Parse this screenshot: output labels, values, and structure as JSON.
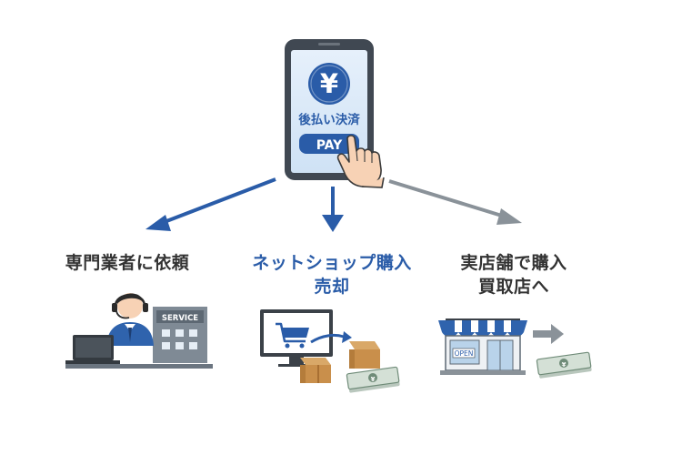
{
  "phone": {
    "symbol": "¥",
    "title": "後払い決済",
    "button": "PAY"
  },
  "branches": [
    {
      "label_lines": [
        "専門業者に依頼"
      ],
      "sign": "SERVICE",
      "arrow": "blue-arrow"
    },
    {
      "label_lines": [
        "ネットショップ購入",
        "売却"
      ],
      "arrow": "blue-arrow"
    },
    {
      "label_lines": [
        "実店舗で購入",
        "買取店へ"
      ],
      "sign": "OPEN",
      "arrow": "gray-arrow"
    }
  ],
  "bill_symbol": "¥",
  "colors": {
    "accent_blue": "#2a5ca8",
    "arrow_gray": "#8a9299",
    "phone_body": "#404852",
    "screen": "#d8e8f8",
    "text_dark": "#333333"
  },
  "icons": [
    "yen-coin-icon",
    "tapping-hand-icon",
    "headset-operator-icon",
    "laptop-icon",
    "office-building-icon",
    "shopping-cart-icon",
    "cardboard-box-icon",
    "cash-stack-icon",
    "storefront-icon"
  ]
}
